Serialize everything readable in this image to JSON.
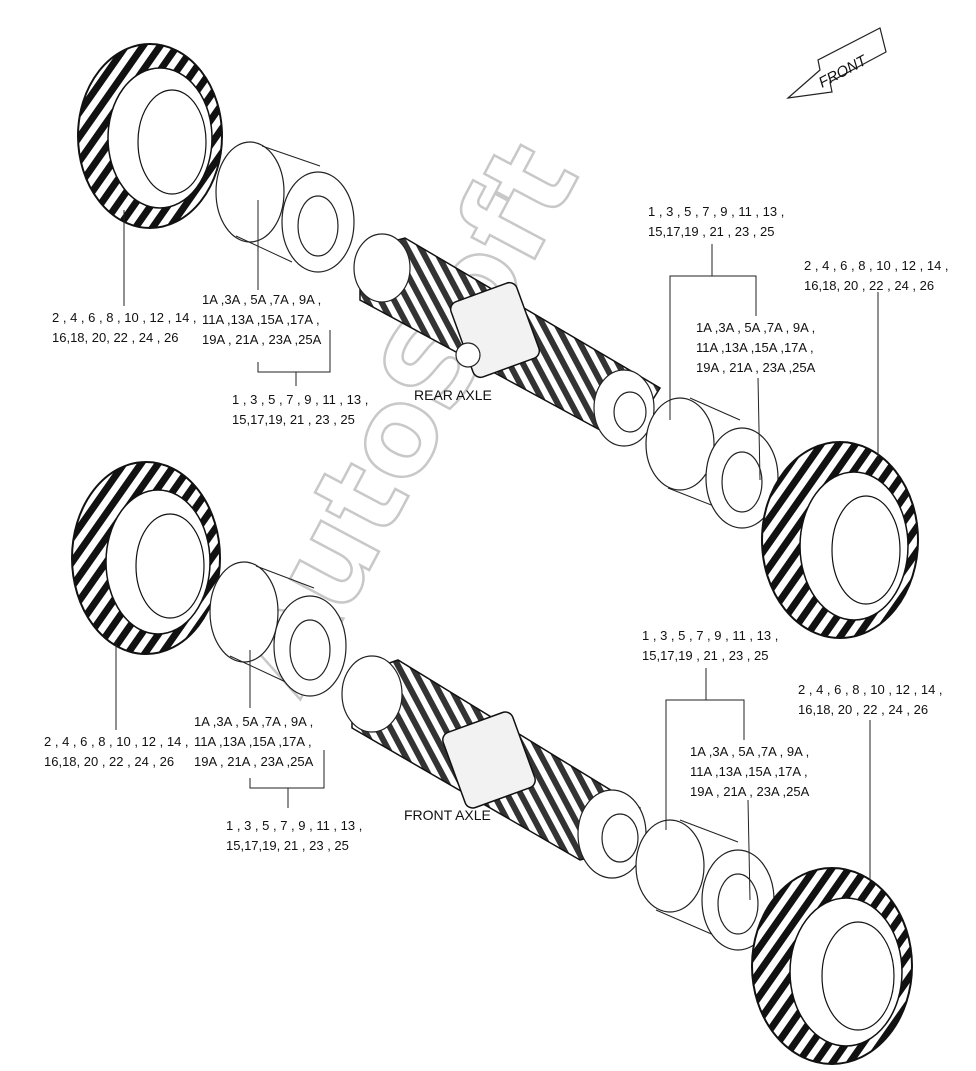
{
  "direction_arrow": {
    "label": "FRONT",
    "icon": "arrow-left-icon"
  },
  "watermark": "AutoSoft",
  "axles": {
    "rear": "REAR AXLE",
    "front": "FRONT AXLE"
  },
  "callouts": {
    "rear_left_tire": [
      "2 , 4 , 6 , 8 , 10 , 12 , 14 ,",
      "16,18, 20, 22 , 24 , 26"
    ],
    "rear_left_valve": [
      "1A ,3A , 5A ,7A , 9A ,",
      "11A ,13A ,15A ,17A ,",
      "19A , 21A , 23A ,25A"
    ],
    "rear_left_rim": [
      "1 , 3 , 5 , 7 , 9 , 11 , 13 ,",
      "15,17,19, 21 , 23 , 25"
    ],
    "rear_right_rim": [
      "1 , 3 , 5 , 7 , 9 , 11 , 13 ,",
      "15,17,19 , 21 , 23 , 25"
    ],
    "rear_right_tire": [
      "2 , 4 , 6 , 8 , 10 , 12 , 14 ,",
      "16,18, 20 , 22 , 24 , 26"
    ],
    "rear_right_valve": [
      "1A ,3A , 5A ,7A , 9A ,",
      "11A ,13A ,15A ,17A ,",
      "19A , 21A , 23A ,25A"
    ],
    "front_left_tire": [
      "2 , 4 , 6 , 8 , 10 , 12 , 14 ,",
      "16,18, 20 , 22 , 24 , 26"
    ],
    "front_left_valve": [
      "1A ,3A , 5A ,7A , 9A ,",
      "11A ,13A ,15A ,17A ,",
      "19A , 21A , 23A ,25A"
    ],
    "front_left_rim": [
      "1 , 3 , 5 , 7 , 9 , 11 , 13 ,",
      "15,17,19, 21 , 23 , 25"
    ],
    "front_right_rim": [
      "1 , 3 , 5 , 7 , 9 , 11 , 13 ,",
      "15,17,19 , 21 , 23 , 25"
    ],
    "front_right_tire": [
      "2 , 4 , 6 , 8 , 10 , 12 , 14 ,",
      "16,18, 20 , 22 , 24 , 26"
    ],
    "front_right_valve": [
      "1A ,3A , 5A ,7A , 9A ,",
      "11A ,13A ,15A ,17A ,",
      "19A , 21A , 23A ,25A"
    ]
  }
}
